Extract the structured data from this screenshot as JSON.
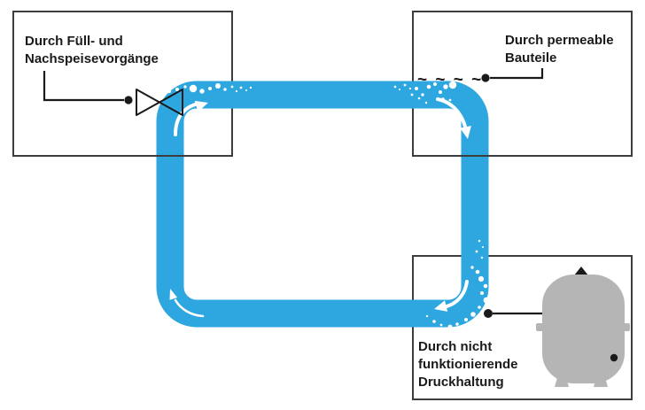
{
  "labels": {
    "fill": {
      "line1": "Durch Füll- und",
      "line2": "Nachspeisevorgänge"
    },
    "permeable": {
      "line1": "Durch permeable",
      "line2": "Bauteile"
    },
    "pressure": {
      "line1": "Durch nicht",
      "line2": "funktionierende",
      "line3": "Druckhaltung"
    }
  },
  "permeation_symbol": "~ ~ ~ ~",
  "colors": {
    "pipe_blue": "#2EA7E0",
    "tank_gray": "#B5B5B5",
    "box_border": "#3D3D3D",
    "line_black": "#1A1A1A",
    "bubble_white": "#FFFFFF"
  }
}
